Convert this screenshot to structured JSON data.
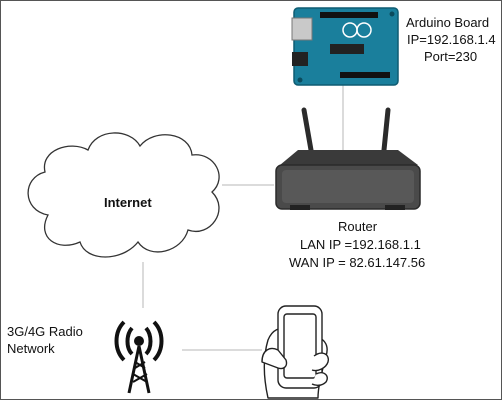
{
  "arduino": {
    "title": "Arduino Board",
    "ip": "IP=192.168.1.4",
    "port": "Port=230"
  },
  "internet": {
    "label": "Internet"
  },
  "router": {
    "title": "Router",
    "lan_ip": "LAN IP =192.168.1.1",
    "wan_ip": "WAN IP = 82.61.147.56"
  },
  "radio": {
    "line1": "3G/4G Radio",
    "line2": "Network"
  },
  "colors": {
    "connector": "#cfcfcf",
    "board": "#1a7f9c",
    "router_body": "#4a4a4a",
    "outline": "#333333"
  }
}
